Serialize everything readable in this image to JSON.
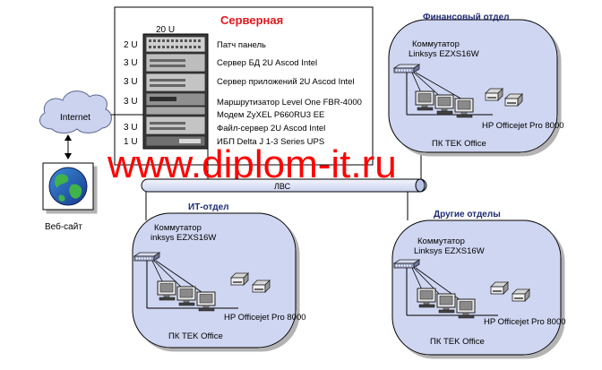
{
  "server_room": {
    "title": "Серверная",
    "rack_units_label": "20 U",
    "items": [
      {
        "units": "2 U",
        "name": "Патч панель"
      },
      {
        "units": "3 U",
        "name": "Сервер БД 2U Ascod Intel"
      },
      {
        "units": "3 U",
        "name": "Сервер приложений 2U Ascod Intel"
      },
      {
        "units": "3 U",
        "name": "Маршрутизатор Level One FBR-4000"
      },
      {
        "units": "",
        "name": "Модем ZyXEL P660RU3 EE"
      },
      {
        "units": "3 U",
        "name": "Файл-сервер 2U Ascod Intel"
      },
      {
        "units": "1 U",
        "name": "ИБП Delta J 1-3 Series UPS"
      }
    ]
  },
  "internet": {
    "label": "Internet"
  },
  "website": {
    "label": "Веб-сайт"
  },
  "lan": {
    "label": "ЛВС"
  },
  "watermark": {
    "text": "www.diplom-it.ru"
  },
  "departments": {
    "finance": {
      "title": "Финансовый отдел",
      "switch": "Коммутатор\nLinksys EZXS16W",
      "printer": "HP Officejet Pro 8000",
      "pcs": "ПК TEK Office"
    },
    "it": {
      "title": "ИТ-отдел",
      "switch": "Коммутатор\ninksys EZXS16W",
      "printer": "HP Officejet Pro 8000",
      "pcs": "ПК TEK Office"
    },
    "other": {
      "title": "Другие отделы",
      "switch": "Коммутатор\nLinksys EZXS16W",
      "printer": "HP Officejet Pro 8000",
      "pcs": "ПК TEK Office"
    }
  },
  "colors": {
    "cloud_fill": "#ccd3ef",
    "dept_fill": "#cfd6f1",
    "title_red": "#e0191e",
    "dept_title": "#1f2b73",
    "watermark": "#ff0000",
    "lan_fill": "#e8ecf8"
  }
}
